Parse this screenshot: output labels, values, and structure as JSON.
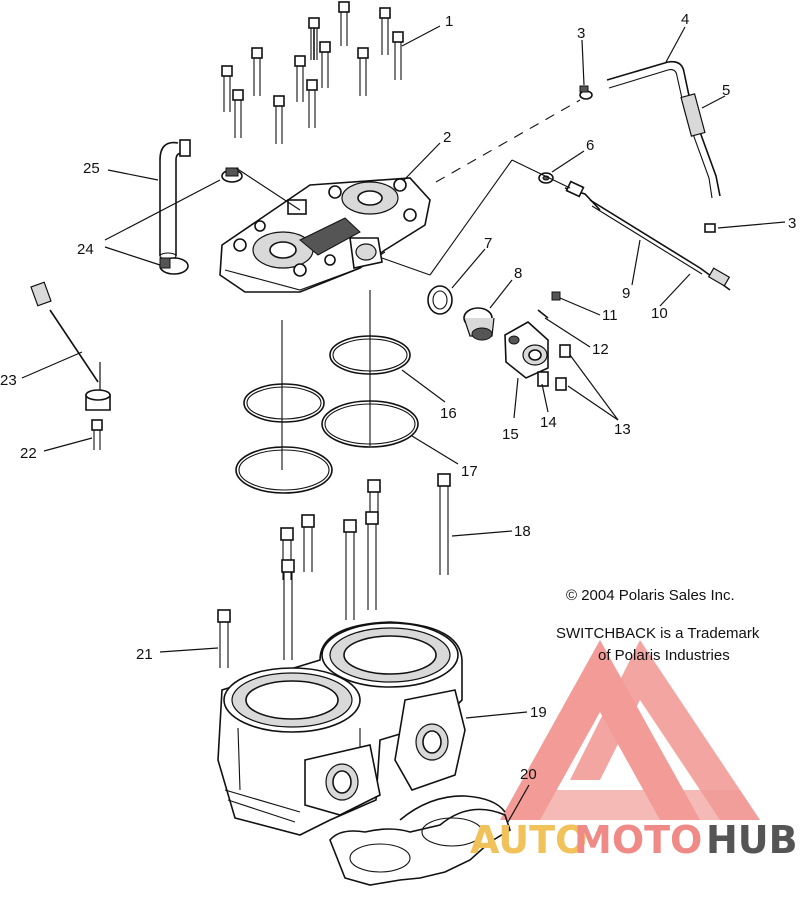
{
  "callouts": [
    "1",
    "2",
    "3",
    "4",
    "5",
    "6",
    "3",
    "7",
    "8",
    "9",
    "10",
    "11",
    "12",
    "13",
    "14",
    "15",
    "16",
    "17",
    "18",
    "19",
    "20",
    "21",
    "22",
    "23",
    "24",
    "25"
  ],
  "notes": {
    "copyright": "© 2004 Polaris Sales Inc.",
    "trademark_line1": "SWITCHBACK is a Trademark",
    "trademark_line2": "of Polaris Industries"
  },
  "watermark": {
    "part1": "AUTO",
    "part2": "MOTO",
    "part3": "HUB",
    "colors": {
      "auto": "#f2c25a",
      "moto": "#f08a86",
      "hub": "#555555",
      "logo": "#f08a86"
    }
  }
}
